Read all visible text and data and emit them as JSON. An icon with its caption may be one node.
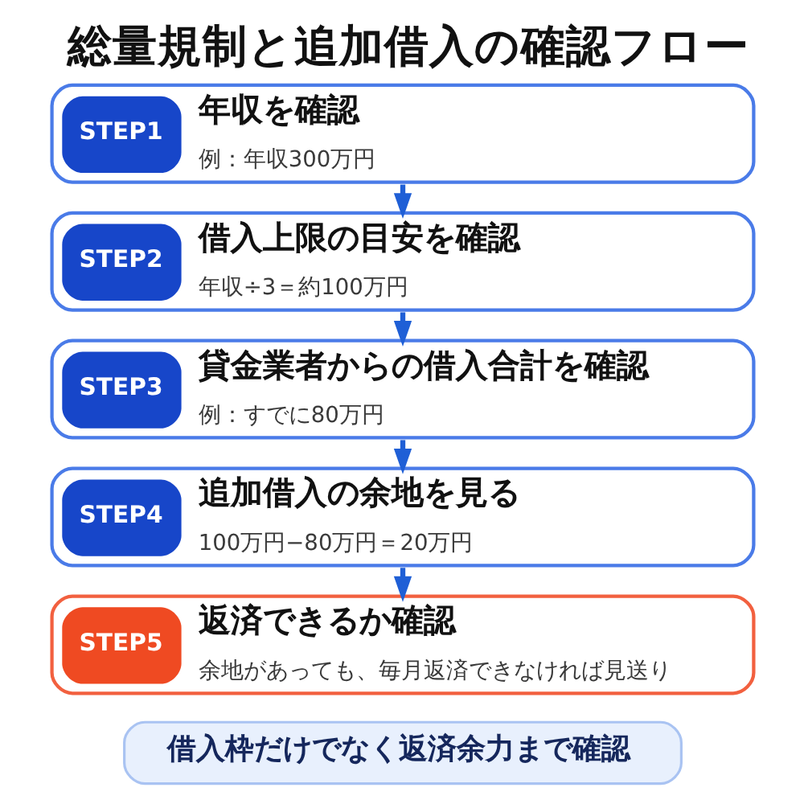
{
  "diagram": {
    "title": "総量規制と追加借入の確認フロー",
    "nodes": [
      {
        "text": [
          "STEP1",
          "年収を確認",
          "例：年収300万円"
        ]
      },
      {
        "text": [
          "STEP2",
          "借入上限の目安を確認",
          "年収÷3＝約100万円"
        ]
      },
      {
        "text": [
          "STEP3",
          "貸金業者からの借入合計を確認",
          "例：すでに80万円"
        ]
      },
      {
        "text": [
          "STEP4",
          "追加借入の余地を見る",
          "100万円−80万円＝20万円"
        ]
      },
      {
        "text": [
          "STEP5",
          "返済できるか確認",
          "余地があっても、毎月返済できなければ見送り"
        ]
      },
      {
        "text": [
          "借入枠だけでなく返済余力まで確認"
        ]
      }
    ],
    "edges": [
      {
        "from": 0,
        "to": 1,
        "arrow": "to"
      },
      {
        "from": 1,
        "to": 2,
        "arrow": "to"
      },
      {
        "from": 2,
        "to": 3,
        "arrow": "to"
      },
      {
        "from": 3,
        "to": 4,
        "arrow": "to"
      }
    ]
  }
}
